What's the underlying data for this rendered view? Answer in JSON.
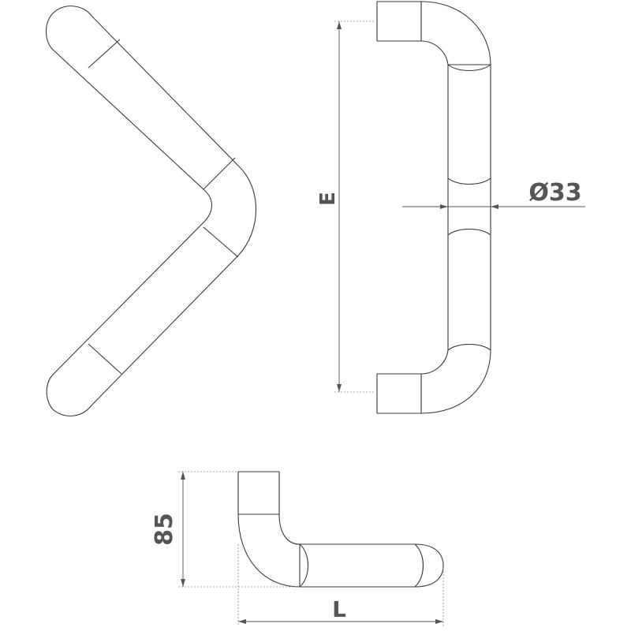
{
  "dimensions": {
    "diameter_label": "Ø33",
    "height_label": "85",
    "center_distance_label": "E",
    "length_label": "L"
  },
  "colors": {
    "outline": "#3a3a3a",
    "dimension": "#555555",
    "background": "#ffffff"
  }
}
